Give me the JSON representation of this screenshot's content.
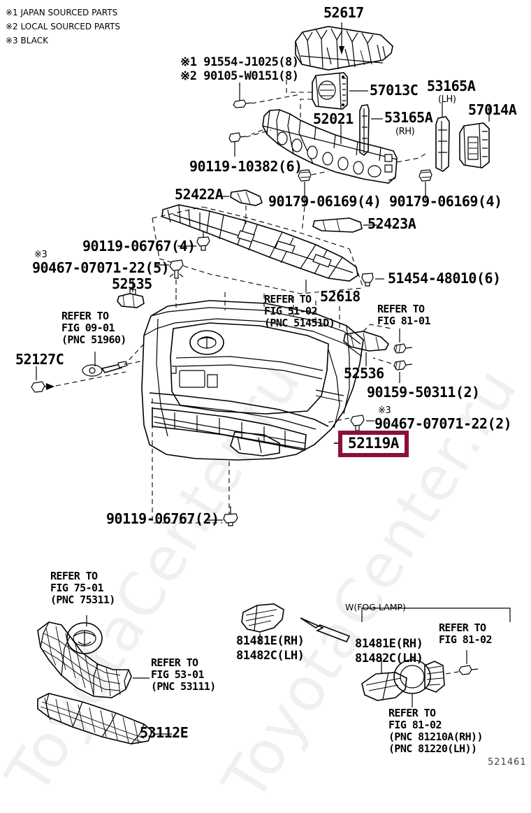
{
  "diagram": {
    "corner_code": "521461",
    "watermark": "ToyotaCenter.ru",
    "fog_lamp_bracket_label": "W(FOG LAMP)"
  },
  "legend": {
    "items": [
      "※1 JAPAN SOURCED PARTS",
      "※2 LOCAL SOURCED PARTS",
      "※3 BLACK"
    ]
  },
  "callouts": {
    "n52617": "52617",
    "bolt_j1": "※1 91554-J1025(8)",
    "bolt_j2": "※2 90105-W0151(8)",
    "n57013c": "57013C",
    "n53165a_lh": "53165A",
    "n53165a_lh_side": "(LH)",
    "n57014a": "57014A",
    "n52021": "52021",
    "n53165a_rh": "53165A",
    "n53165a_rh_side": "(RH)",
    "n90119_10382": "90119-10382(6)",
    "n90179_06169_l": "90179-06169(4)",
    "n90179_06169_r": "90179-06169(4)",
    "n52422a": "52422A",
    "n52423a": "52423A",
    "n90119_06767_4": "90119-06767(4)",
    "n90467_mark": "※3",
    "n90467_07071_5": "90467-07071-22(5)",
    "n52535": "52535",
    "refer_0901_l1": "REFER TO",
    "refer_0901_l2": "FIG 09-01",
    "refer_0901_l3": "(PNC 51960)",
    "n52127c": "52127C",
    "refer_5102_l1": "REFER TO",
    "refer_5102_l2": "FIG 51-02",
    "refer_5102_l3": "(PNC 51451D)",
    "n52618": "52618",
    "n51454_48010": "51454-48010(6)",
    "refer_8101_l1": "REFER TO",
    "refer_8101_l2": "FIG 81-01",
    "n52536": "52536",
    "n90159_50311": "90159-50311(2)",
    "n90467_mark2": "※3",
    "n90467_07071_2": "90467-07071-22(2)",
    "n52119a": "52119A",
    "n90119_06767_2": "90119-06767(2)",
    "refer_7501_l1": "REFER TO",
    "refer_7501_l2": "FIG 75-01",
    "refer_7501_l3": "(PNC 75311)",
    "refer_5301_l1": "REFER TO",
    "refer_5301_l2": "FIG 53-01",
    "refer_5301_l3": "(PNC 53111)",
    "n53112e": "53112E",
    "n81481e_rh_left": "81481E(RH)",
    "n81482c_lh_left": "81482C(LH)",
    "n81481e_rh_right": "81481E(RH)",
    "n81482c_lh_right": "81482C(LH)",
    "refer_8102_a_l1": "REFER TO",
    "refer_8102_a_l2": "FIG 81-02",
    "refer_8102_b_l1": "REFER TO",
    "refer_8102_b_l2": "FIG 81-02",
    "refer_8102_b_l3": "(PNC 81210A(RH))",
    "refer_8102_b_l4": "(PNC 81220(LH))"
  },
  "colors": {
    "highlight": "#8b1038",
    "ink": "#000000",
    "paper": "#ffffff"
  }
}
